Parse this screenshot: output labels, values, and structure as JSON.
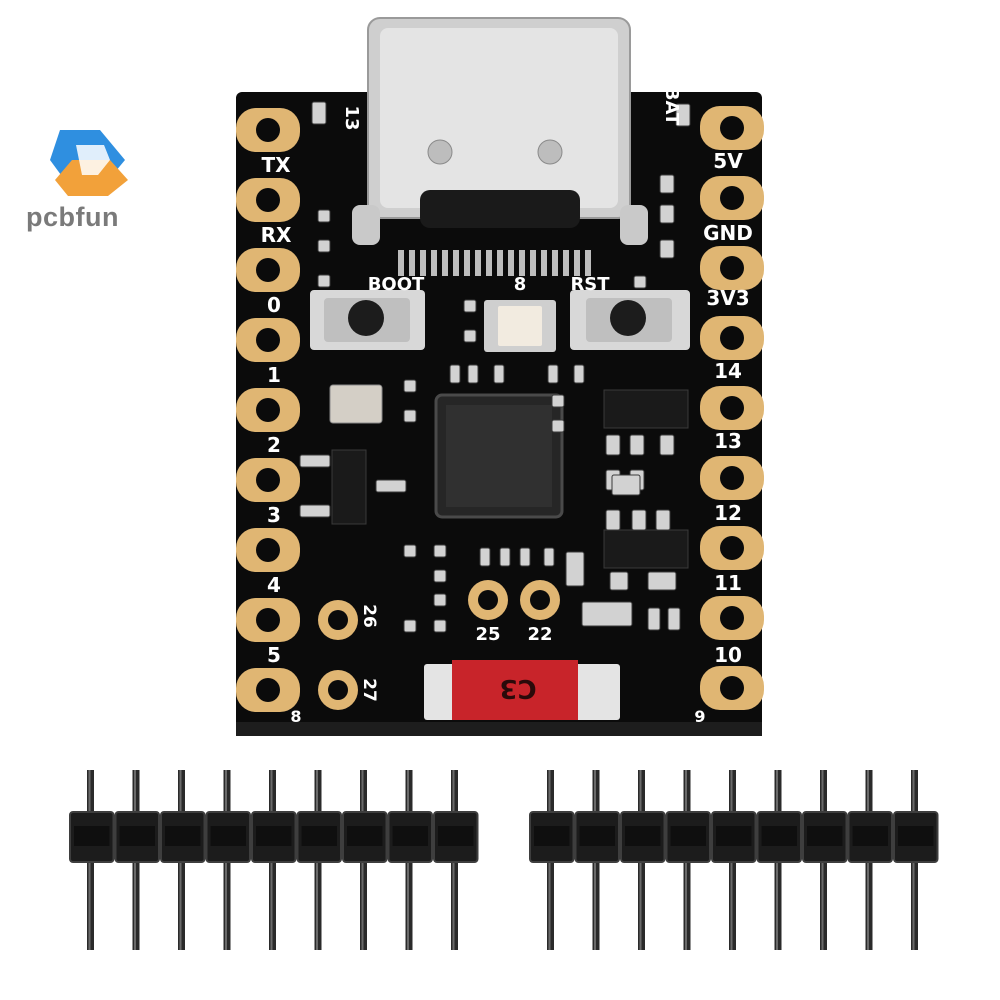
{
  "brand": {
    "name": "pcbfun",
    "colors": {
      "top": "#2f8fe0",
      "bottom": "#f2a13a",
      "text": "#7a7a7a"
    }
  },
  "board": {
    "color": "#0b0b0b",
    "pad_color": "#e0b673",
    "left_pins": [
      "TX",
      "RX",
      "0",
      "1",
      "2",
      "3",
      "4",
      "5",
      "8"
    ],
    "right_pins": [
      "BAT",
      "5V",
      "GND",
      "3V3",
      "14",
      "13",
      "12",
      "11",
      "10",
      "9"
    ],
    "top_labels": [
      "13",
      "BOOT",
      "8",
      "RST"
    ],
    "inner_pins": [
      "26",
      "27",
      "25",
      "22"
    ],
    "chip_label": "C3"
  },
  "headers": {
    "pin_count": 9,
    "rows": 2
  }
}
